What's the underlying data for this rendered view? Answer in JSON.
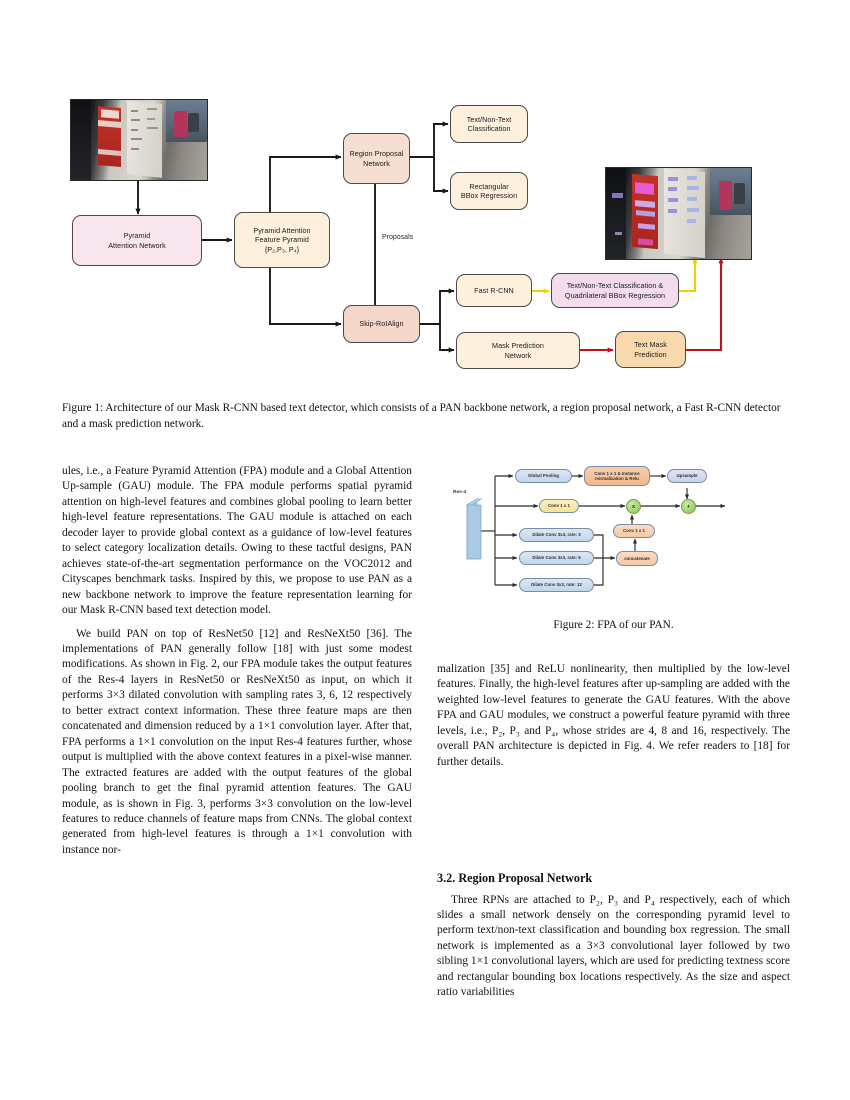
{
  "figure1": {
    "caption": "Figure 1: Architecture of our Mask R-CNN based text detector, which consists of a PAN backbone network, a region proposal network, a Fast R-CNN detector and a mask prediction network.",
    "boxes": [
      {
        "id": "pan",
        "label": "Pyramid\nAttention Network",
        "color": "#f7e6ee"
      },
      {
        "id": "pafp",
        "label": "Pyramid Attention\nFeature Pyramid\n{P₂,P₃, P₄}",
        "color": "#fdf0dd"
      },
      {
        "id": "rpn",
        "label": "Region Proposal\nNetwork",
        "color": "#f6dfd2"
      },
      {
        "id": "cls",
        "label": "Text/Non-Text\nClassification",
        "color": "#fdf0dd"
      },
      {
        "id": "bbox",
        "label": "Rectangular\nBBox Regression",
        "color": "#fdf0dd"
      },
      {
        "id": "roialign",
        "label": "Skip-RoIAlign",
        "color": "#f4d7c8"
      },
      {
        "id": "fastrcnn",
        "label": "Fast R-CNN",
        "color": "#fdf0dd"
      },
      {
        "id": "quad",
        "label": "Text/Non-Text Classification &\nQuadrilateral BBox Regression",
        "color": "#f2dced"
      },
      {
        "id": "maskpred",
        "label": "Mask Prediction\nNetwork",
        "color": "#fdf0dd"
      },
      {
        "id": "textmask",
        "label": "Text Mask\nPrediction",
        "color": "#f8d9ae"
      }
    ],
    "edge_label": "Proposals",
    "input_image_alt": "store shelf photo with SALE sign",
    "output_image_alt": "store shelf photo with detected text masks highlighted",
    "arrow_colors": {
      "default": "#1a1a1a",
      "quad": "#f2d000",
      "mask": "#c0121a"
    }
  },
  "figure2": {
    "caption": "Figure 2: FPA of our PAN.",
    "input_label": "Res-4",
    "boxes": [
      {
        "id": "gpool",
        "label": "Global Pooling"
      },
      {
        "id": "convin",
        "label": "Conv 1 x 1 & Instance\nnormalization & Relu"
      },
      {
        "id": "upsample",
        "label": "Upsample"
      },
      {
        "id": "conv11a",
        "label": "Conv 1 x 1"
      },
      {
        "id": "dil3",
        "label": "Dilate Conv 3x3, rate: 3"
      },
      {
        "id": "dil6",
        "label": "Dilate Conv 3x3, rate: 6"
      },
      {
        "id": "dil12",
        "label": "Dilate Conv 3x3, rate: 12"
      },
      {
        "id": "concat",
        "label": "concatenate"
      },
      {
        "id": "conv11b",
        "label": "Conv 1 x 1"
      }
    ],
    "operators": [
      {
        "id": "mul",
        "symbol": "x"
      },
      {
        "id": "add",
        "symbol": "+"
      }
    ]
  },
  "left_column": {
    "paragraphs": [
      "ules, i.e., a Feature Pyramid Attention (FPA) module and a Global Attention Up-sample (GAU) module. The FPA module performs spatial pyramid attention on high-level features and combines global pooling to learn better high-level feature representations. The GAU module is attached on each decoder layer to provide global context as a guidance of low-level features to select category localization details. Owing to these tactful designs, PAN achieves state-of-the-art segmentation performance on the VOC2012 and Cityscapes benchmark tasks. Inspired by this, we propose to use PAN as a new backbone network to improve the feature representation learning for our Mask R-CNN based text detection model.",
      "We build PAN on top of ResNet50 [12] and ResNeXt50 [36]. The implementations of PAN generally follow [18] with just some modest modifications. As shown in Fig. 2, our FPA module takes the output features of the Res-4 layers in ResNet50 or ResNeXt50 as input, on which it performs 3×3 dilated convolution with sampling rates 3, 6, 12 respectively to better extract context information. These three feature maps are then concatenated and dimension reduced by a 1×1 convolution layer. After that, FPA performs a 1×1 convolution on the input Res-4 features further, whose output is multiplied with the above context features in a pixel-wise manner. The extracted features are added with the output features of the global pooling branch to get the final pyramid attention features. The GAU module, as is shown in Fig. 3, performs 3×3 convolution on the low-level features to reduce channels of feature maps from CNNs. The global context generated from high-level features is through a 1×1 convolution with instance nor-"
    ]
  },
  "right_column": {
    "paragraph_top": "malization [35] and ReLU nonlinearity, then multiplied by the low-level features. Finally, the high-level features after up-sampling are added with the weighted low-level features to generate the GAU features. With the above FPA and GAU modules, we construct a powerful feature pyramid with three levels, i.e., P₂, P₃ and P₄, whose strides are 4, 8 and 16, respectively. The overall PAN architecture is depicted in Fig. 4. We refer readers to [18] for further details.",
    "section_heading": "3.2. Region Proposal Network",
    "paragraph_section": "Three RPNs are attached to P₂, P₃ and P₄ respectively, each of which slides a small network densely on the corresponding pyramid level to perform text/non-text classification and bounding box regression. The small network is implemented as a 3×3 convolutional layer followed by two sibling 1×1 convolutional layers, which are used for predicting textness score and rectangular bounding box locations respectively. As the size and aspect ratio variabilities"
  }
}
